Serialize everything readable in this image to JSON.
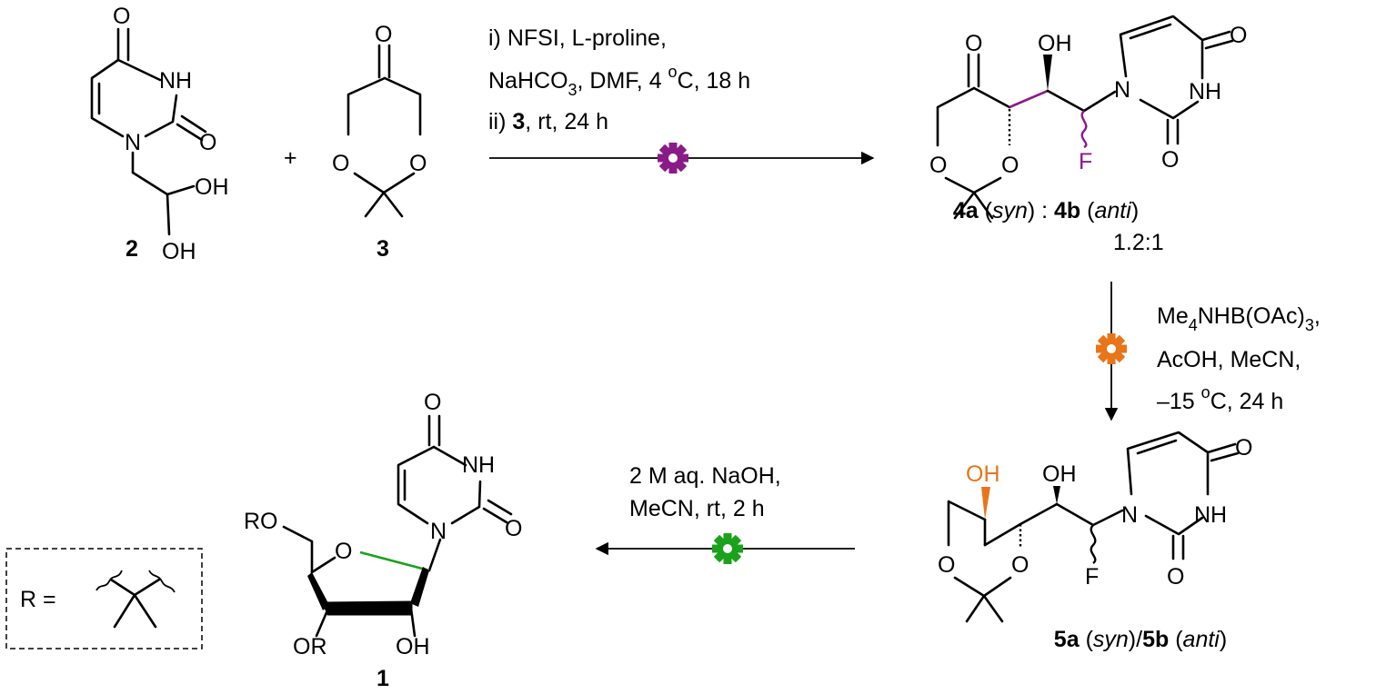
{
  "atoms": {
    "O": "O",
    "NH": "NH",
    "N": "N",
    "OH": "OH",
    "F": "F",
    "RO": "RO",
    "OR": "OR"
  },
  "compounds": {
    "c2": "2",
    "c3": "3",
    "c4a": "4a",
    "syn": "syn",
    "sep_colon": " : ",
    "c4b": "4b",
    "anti": "anti",
    "ratio": "1.2:1",
    "c5a": "5a",
    "c5b": "5b",
    "slash": "/",
    "c1": "1",
    "p_open": "(",
    "p_close": ")"
  },
  "plus": "+",
  "r_def": "R =",
  "step1": {
    "line1": "i) NFSI, L-proline,",
    "line2_a": "NaHCO",
    "line2_sub": "3",
    "line2_b": ", DMF,  4 ",
    "line2_sup": "o",
    "line2_c": "C, 18 h",
    "line3_a": "ii) ",
    "line3_bold": "3",
    "line3_b": ", rt, 24 h"
  },
  "step2": {
    "line1_a": "Me",
    "line1_sub": "4",
    "line1_b": "NHB(OAc)",
    "line1_sub2": "3",
    "line1_c": ",",
    "line2": "AcOH, MeCN,",
    "line3_a": "–15 ",
    "line3_sup": "o",
    "line3_b": "C, 24 h"
  },
  "step3": {
    "line1": "2 M aq. NaOH,",
    "line2": "MeCN, rt, 2 h"
  },
  "colors": {
    "purple": "#8b1a89",
    "orange": "#e8751a",
    "green": "#1aa21a"
  },
  "icons": [
    "gear-icon-purple",
    "gear-icon-orange",
    "gear-icon-green"
  ]
}
